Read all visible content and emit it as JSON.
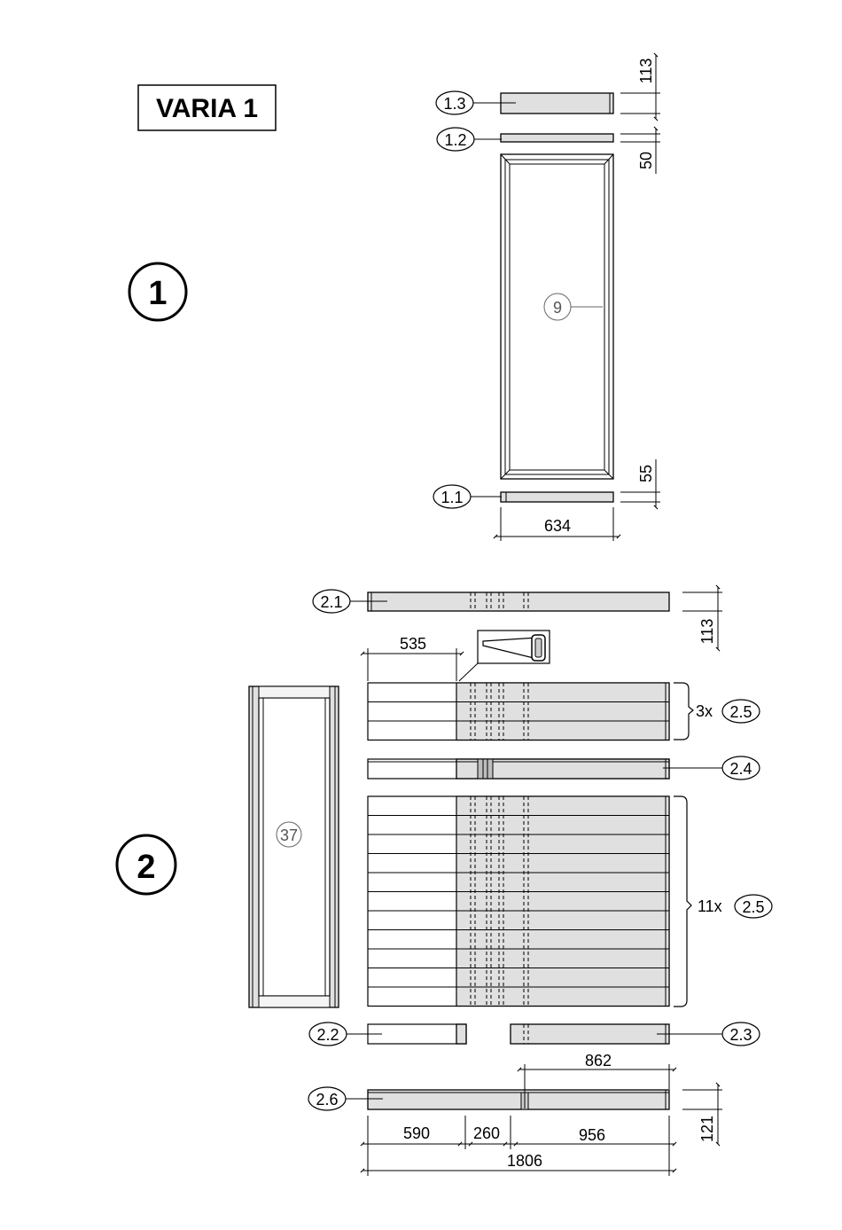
{
  "title": "VARIA 1",
  "sections": [
    {
      "label": "1"
    },
    {
      "label": "2"
    }
  ],
  "section1": {
    "parts": {
      "p13": "1.3",
      "p12": "1.2",
      "p11": "1.1"
    },
    "panel_ref": "9",
    "dims": {
      "top": "113",
      "mid": "50",
      "bottom": "55",
      "width": "634"
    }
  },
  "section2": {
    "parts": {
      "p21": "2.1",
      "p25": "2.5",
      "p24": "2.4",
      "p22": "2.2",
      "p23": "2.3",
      "p26": "2.6"
    },
    "counts": {
      "group_a": "3x",
      "group_b": "11x"
    },
    "frame_ref": "37",
    "dims": {
      "h21": "113",
      "offset": "535",
      "d862": "862",
      "h26": "121",
      "s590": "590",
      "s260": "260",
      "s956": "956",
      "total": "1806"
    }
  },
  "colors": {
    "part_fill": "#e0e0e0",
    "line": "#000000",
    "background": "#ffffff"
  }
}
